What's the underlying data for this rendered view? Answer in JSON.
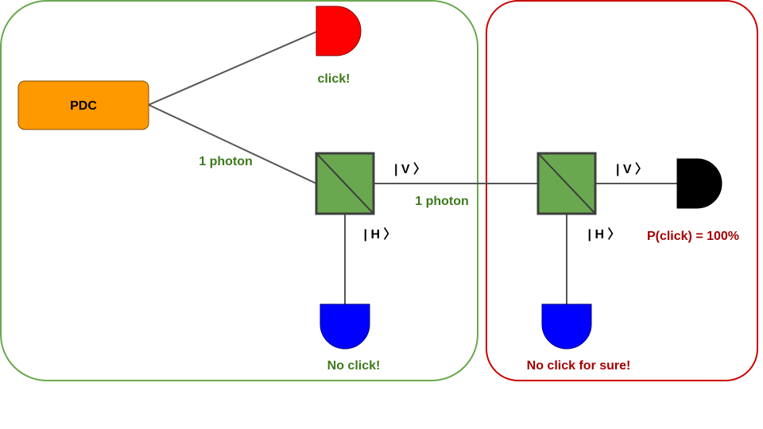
{
  "source": {
    "label": "PDC",
    "color": "#ff9900"
  },
  "colors": {
    "left_frame": "#6aa84f",
    "right_frame": "#cc0000",
    "splitter": "#6aa84f",
    "detector_red": "#ff0000",
    "detector_blue": "#0000ff",
    "detector_black": "#000000",
    "wire": "#555555"
  },
  "labels": {
    "click_top": "click!",
    "photon_a": "1 photon",
    "photon_b": "1 photon",
    "v_left": "| V 〉",
    "h_left": "| H 〉",
    "no_click_left": "No click!",
    "v_right": "| V 〉",
    "h_right": "| H 〉",
    "p_click": "P(click) = 100%",
    "no_click_right": "No click for sure!"
  }
}
